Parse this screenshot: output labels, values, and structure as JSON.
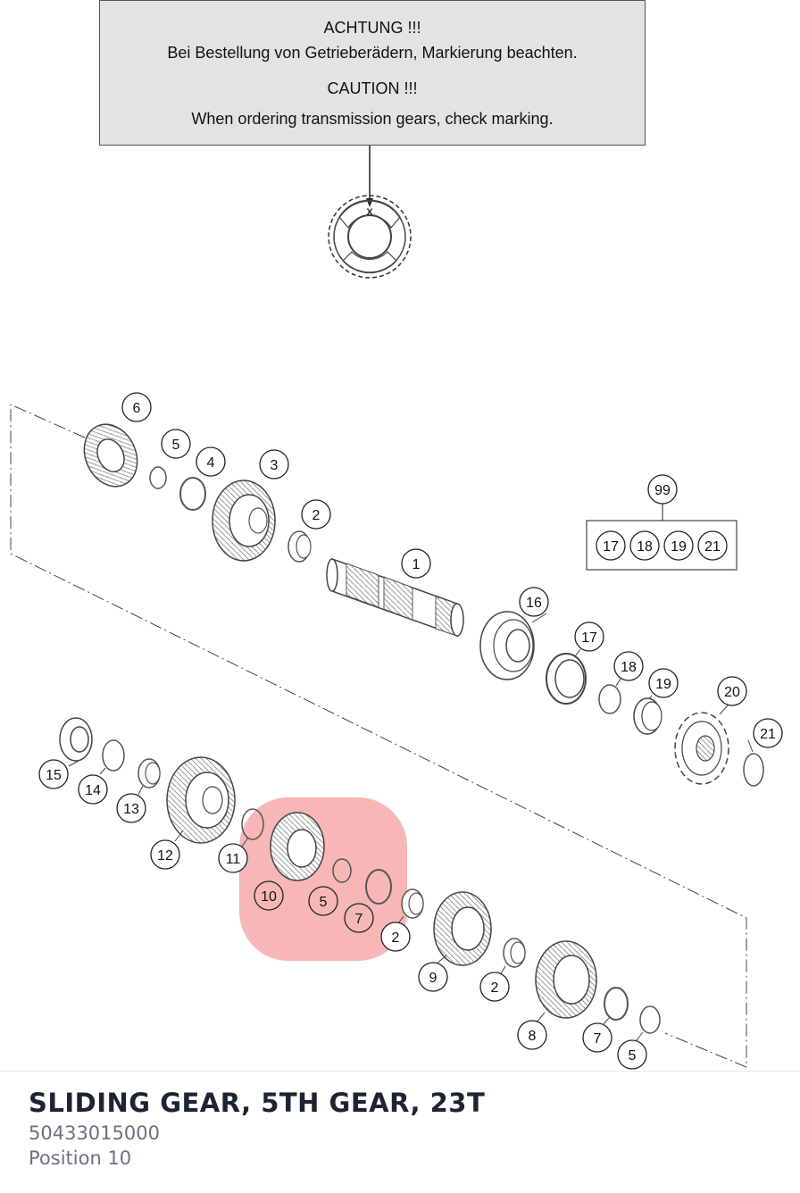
{
  "notice": {
    "line1": "ACHTUNG !!!",
    "line2": "Bei Bestellung von Getrieberädern, Markierung beachten.",
    "line3": "CAUTION !!!",
    "line4": "When ordering transmission gears, check marking."
  },
  "marking_letter": "X",
  "callouts": {
    "c6": "6",
    "c5a": "5",
    "c4": "4",
    "c3": "3",
    "c2a": "2",
    "c1": "1",
    "c99": "99",
    "k17": "17",
    "k18": "18",
    "k19": "19",
    "k21": "21",
    "c16": "16",
    "c17": "17",
    "c18": "18",
    "c19": "19",
    "c20": "20",
    "c21": "21",
    "c15": "15",
    "c14": "14",
    "c13": "13",
    "c12": "12",
    "c11": "11",
    "c10": "10",
    "c5b": "5",
    "c7a": "7",
    "c2b": "2",
    "c9": "9",
    "c2c": "2",
    "c8": "8",
    "c7b": "7",
    "c5c": "5"
  },
  "highlight": {
    "color": "#f07b7b",
    "position": "10"
  },
  "part": {
    "name": "SLIDING GEAR, 5TH GEAR, 23T",
    "number": "50433015000",
    "position_label": "Position 10"
  }
}
